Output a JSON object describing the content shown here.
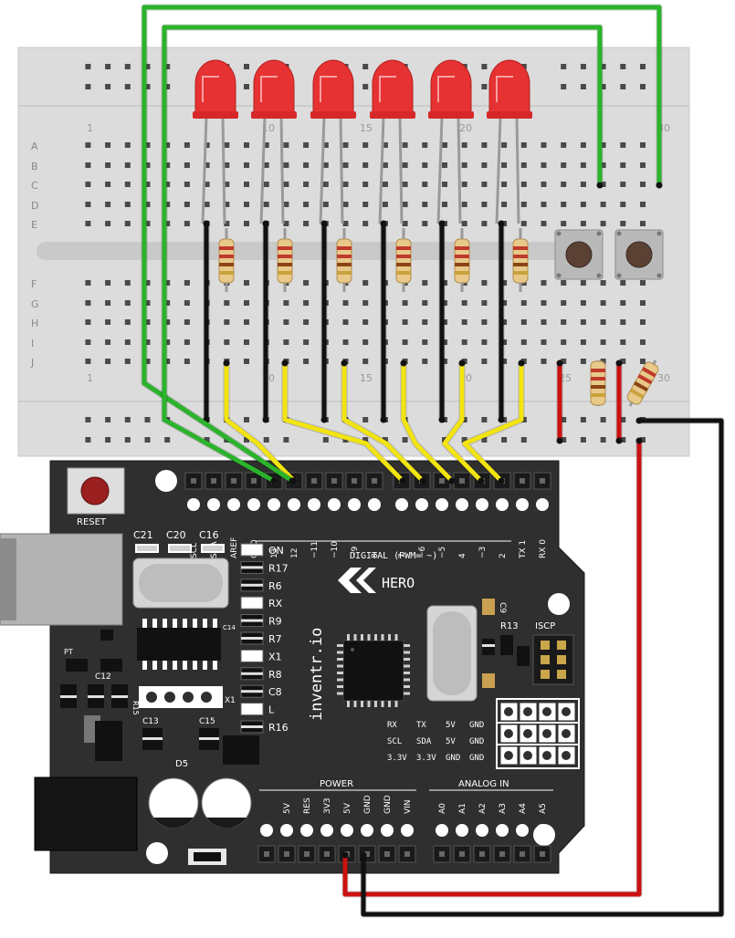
{
  "breadboard": {
    "row_letters": [
      "A",
      "B",
      "C",
      "D",
      "E",
      "F",
      "G",
      "H",
      "I",
      "J"
    ],
    "column_numbers_top": [
      "1",
      "10",
      "15",
      "20",
      "30"
    ],
    "column_numbers_bottom": [
      "1",
      "10",
      "15",
      "20",
      "25",
      "30"
    ]
  },
  "board": {
    "brand": "HERO",
    "brand_vertical": "inventr.io",
    "reset_label": "RESET",
    "digital_label": "DIGITAL (PWM=  ~)",
    "power_label": "POWER",
    "analog_label": "ANALOG IN",
    "top_pin_labels": [
      "SCL",
      "SDA",
      "AREF",
      "GND",
      "13",
      "12",
      "~11",
      "~10",
      "~9",
      "8",
      "7",
      "~6",
      "~5",
      "4",
      "~3",
      "2",
      "TX 1",
      "RX 0"
    ],
    "power_pins": [
      "5V",
      "RES",
      "3V3",
      "5V",
      "GND",
      "GND",
      "VIN"
    ],
    "analog_pins": [
      "A0",
      "A1",
      "A2",
      "A3",
      "A4",
      "A5"
    ],
    "status_labels": [
      "ON",
      "R17",
      "R6",
      "RX",
      "R9",
      "R7",
      "X1",
      "R8",
      "C8",
      "L",
      "R16"
    ],
    "cap_labels": [
      "C21",
      "C20",
      "C16"
    ],
    "part_labels": [
      "C14",
      "PT",
      "C12",
      "R15",
      "X1",
      "C13",
      "C15",
      "D5",
      "C9",
      "R13",
      "ISCP"
    ],
    "pinout_table": [
      [
        "RX",
        "TX",
        "5V",
        "GND"
      ],
      [
        "SCL",
        "SDA",
        "5V",
        "GND"
      ],
      [
        "3.3V",
        "3.3V",
        "GND",
        "GND"
      ]
    ]
  },
  "colors": {
    "breadboard": "#dcdcdc",
    "board": "#2f2f2f",
    "wire_green": "#2bb32b",
    "wire_yellow": "#f2e411",
    "wire_black": "#111111",
    "wire_red": "#cc1111",
    "led_red": "#e63232"
  }
}
